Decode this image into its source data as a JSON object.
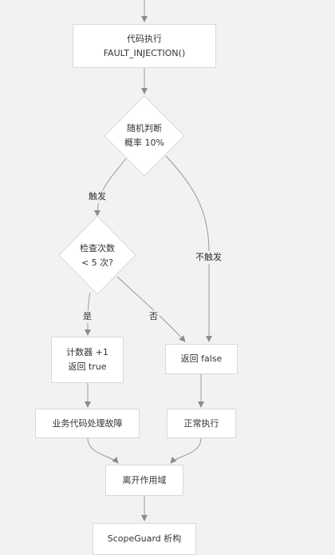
{
  "nodes": {
    "exec": {
      "line1": "代码执行",
      "line2": "FAULT_INJECTION()"
    },
    "random": {
      "line1": "随机判断",
      "line2": "概率 10%"
    },
    "check": {
      "line1": "检查次数",
      "line2": "< 5 次?"
    },
    "counter": {
      "line1": "计数器 +1",
      "line2": "返回 true"
    },
    "return_false": {
      "label": "返回 false"
    },
    "handle_fault": {
      "label": "业务代码处理故障"
    },
    "normal": {
      "label": "正常执行"
    },
    "leave_scope": {
      "label": "离开作用域"
    },
    "destruct": {
      "label": "ScopeGuard 析构"
    }
  },
  "edges": {
    "trigger": "触发",
    "not_trigger": "不触发",
    "yes": "是",
    "no": "否"
  }
}
